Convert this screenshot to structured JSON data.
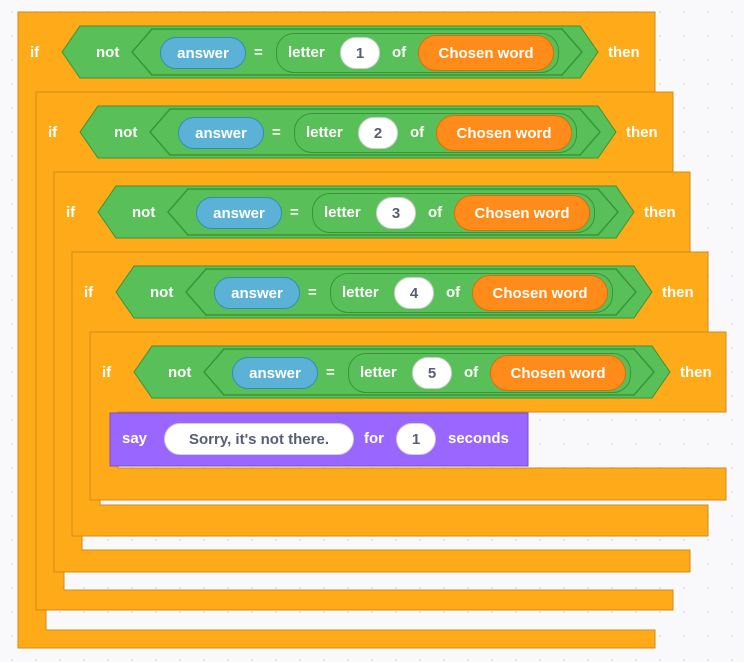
{
  "colors": {
    "control": "#ffab19",
    "control_edge": "#cf8b17",
    "operators": "#59c059",
    "operators_edge": "#389438",
    "sensing": "#5cb1d6",
    "variables": "#ff8c1a",
    "looks": "#9966ff"
  },
  "blocks": {
    "if1": {
      "if": "if",
      "not": "not",
      "reporter": "answer",
      "eq": "=",
      "letter": "letter",
      "index": "1",
      "of": "of",
      "variable": "Chosen word",
      "then": "then"
    },
    "if2": {
      "if": "if",
      "not": "not",
      "reporter": "answer",
      "eq": "=",
      "letter": "letter",
      "index": "2",
      "of": "of",
      "variable": "Chosen word",
      "then": "then"
    },
    "if3": {
      "if": "if",
      "not": "not",
      "reporter": "answer",
      "eq": "=",
      "letter": "letter",
      "index": "3",
      "of": "of",
      "variable": "Chosen word",
      "then": "then"
    },
    "if4": {
      "if": "if",
      "not": "not",
      "reporter": "answer",
      "eq": "=",
      "letter": "letter",
      "index": "4",
      "of": "of",
      "variable": "Chosen word",
      "then": "then"
    },
    "if5": {
      "if": "if",
      "not": "not",
      "reporter": "answer",
      "eq": "=",
      "letter": "letter",
      "index": "5",
      "of": "of",
      "variable": "Chosen word",
      "then": "then"
    }
  },
  "say_block": {
    "say": "say",
    "message": "Sorry, it's not there.",
    "for": "for",
    "secs": "1",
    "seconds": "seconds"
  }
}
